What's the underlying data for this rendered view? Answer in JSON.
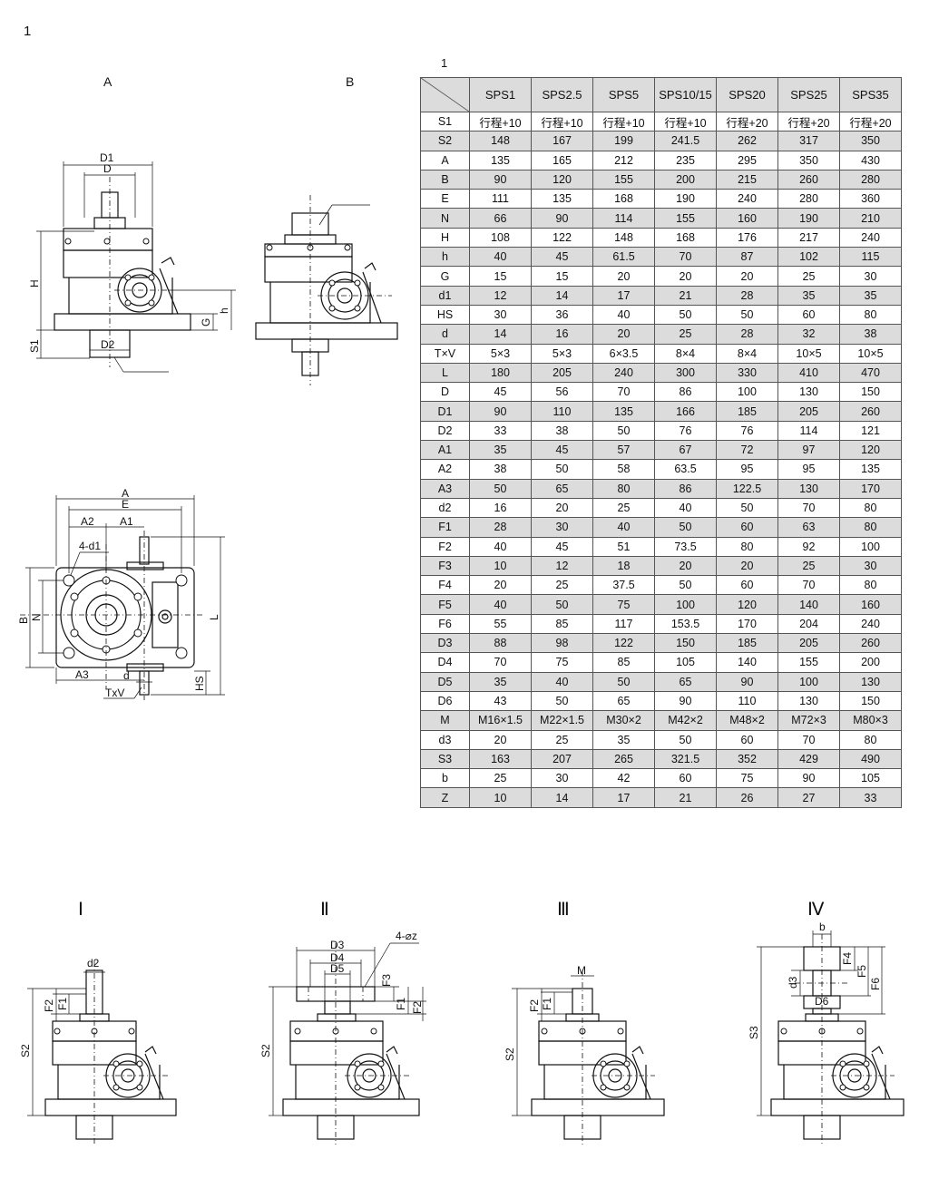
{
  "page_label": "1",
  "table_label": "1",
  "views": {
    "a": "A",
    "b": "B"
  },
  "dims_a": {
    "d1": "D1",
    "d": "D",
    "h": "H",
    "s1": "S1",
    "d2": "D2",
    "g": "G",
    "hh": "h"
  },
  "dims_plan": {
    "a": "A",
    "e": "E",
    "a2": "A2",
    "a1": "A1",
    "hole": "4-d1",
    "b": "B",
    "n": "N",
    "l": "L",
    "a3": "A3",
    "d": "d",
    "txv": "TxV",
    "hs": "HS"
  },
  "types": {
    "t1": "Ⅰ",
    "t2": "Ⅱ",
    "t3": "Ⅲ",
    "t4": "Ⅳ"
  },
  "dims_t1": {
    "d2": "d2",
    "f2": "F2",
    "f1": "F1",
    "s2": "S2"
  },
  "dims_t2": {
    "d3": "D3",
    "d4": "D4",
    "d5": "D5",
    "holes": "4-⌀z",
    "f3": "F3",
    "f1": "F1",
    "f2": "F2",
    "s2": "S2"
  },
  "dims_t3": {
    "m": "M",
    "f2": "F2",
    "f1": "F1",
    "s2": "S2"
  },
  "dims_t4": {
    "b": "b",
    "d3": "d3",
    "f4": "F4",
    "f5": "F5",
    "f6": "F6",
    "d6": "D6",
    "s3": "S3"
  },
  "table": {
    "headers": [
      "SPS1",
      "SPS2.5",
      "SPS5",
      "SPS10/15",
      "SPS20",
      "SPS25",
      "SPS35"
    ],
    "rows": [
      {
        "label": "S1",
        "values": [
          "行程+10",
          "行程+10",
          "行程+10",
          "行程+10",
          "行程+20",
          "行程+20",
          "行程+20"
        ]
      },
      {
        "label": "S2",
        "values": [
          "148",
          "167",
          "199",
          "241.5",
          "262",
          "317",
          "350"
        ]
      },
      {
        "label": "A",
        "values": [
          "135",
          "165",
          "212",
          "235",
          "295",
          "350",
          "430"
        ]
      },
      {
        "label": "B",
        "values": [
          "90",
          "120",
          "155",
          "200",
          "215",
          "260",
          "280"
        ]
      },
      {
        "label": "E",
        "values": [
          "111",
          "135",
          "168",
          "190",
          "240",
          "280",
          "360"
        ]
      },
      {
        "label": "N",
        "values": [
          "66",
          "90",
          "114",
          "155",
          "160",
          "190",
          "210"
        ]
      },
      {
        "label": "H",
        "values": [
          "108",
          "122",
          "148",
          "168",
          "176",
          "217",
          "240"
        ]
      },
      {
        "label": "h",
        "values": [
          "40",
          "45",
          "61.5",
          "70",
          "87",
          "102",
          "115"
        ]
      },
      {
        "label": "G",
        "values": [
          "15",
          "15",
          "20",
          "20",
          "20",
          "25",
          "30"
        ]
      },
      {
        "label": "d1",
        "values": [
          "12",
          "14",
          "17",
          "21",
          "28",
          "35",
          "35"
        ]
      },
      {
        "label": "HS",
        "values": [
          "30",
          "36",
          "40",
          "50",
          "50",
          "60",
          "80"
        ]
      },
      {
        "label": "d",
        "values": [
          "14",
          "16",
          "20",
          "25",
          "28",
          "32",
          "38"
        ]
      },
      {
        "label": "T×V",
        "values": [
          "5×3",
          "5×3",
          "6×3.5",
          "8×4",
          "8×4",
          "10×5",
          "10×5"
        ]
      },
      {
        "label": "L",
        "values": [
          "180",
          "205",
          "240",
          "300",
          "330",
          "410",
          "470"
        ]
      },
      {
        "label": "D",
        "values": [
          "45",
          "56",
          "70",
          "86",
          "100",
          "130",
          "150"
        ]
      },
      {
        "label": "D1",
        "values": [
          "90",
          "110",
          "135",
          "166",
          "185",
          "205",
          "260"
        ]
      },
      {
        "label": "D2",
        "values": [
          "33",
          "38",
          "50",
          "76",
          "76",
          "114",
          "121"
        ]
      },
      {
        "label": "A1",
        "values": [
          "35",
          "45",
          "57",
          "67",
          "72",
          "97",
          "120"
        ]
      },
      {
        "label": "A2",
        "values": [
          "38",
          "50",
          "58",
          "63.5",
          "95",
          "95",
          "135"
        ]
      },
      {
        "label": "A3",
        "values": [
          "50",
          "65",
          "80",
          "86",
          "122.5",
          "130",
          "170"
        ]
      },
      {
        "label": "d2",
        "values": [
          "16",
          "20",
          "25",
          "40",
          "50",
          "70",
          "80"
        ]
      },
      {
        "label": "F1",
        "values": [
          "28",
          "30",
          "40",
          "50",
          "60",
          "63",
          "80"
        ]
      },
      {
        "label": "F2",
        "values": [
          "40",
          "45",
          "51",
          "73.5",
          "80",
          "92",
          "100"
        ]
      },
      {
        "label": "F3",
        "values": [
          "10",
          "12",
          "18",
          "20",
          "20",
          "25",
          "30"
        ]
      },
      {
        "label": "F4",
        "values": [
          "20",
          "25",
          "37.5",
          "50",
          "60",
          "70",
          "80"
        ]
      },
      {
        "label": "F5",
        "values": [
          "40",
          "50",
          "75",
          "100",
          "120",
          "140",
          "160"
        ]
      },
      {
        "label": "F6",
        "values": [
          "55",
          "85",
          "117",
          "153.5",
          "170",
          "204",
          "240"
        ]
      },
      {
        "label": "D3",
        "values": [
          "88",
          "98",
          "122",
          "150",
          "185",
          "205",
          "260"
        ]
      },
      {
        "label": "D4",
        "values": [
          "70",
          "75",
          "85",
          "105",
          "140",
          "155",
          "200"
        ]
      },
      {
        "label": "D5",
        "values": [
          "35",
          "40",
          "50",
          "65",
          "90",
          "100",
          "130"
        ]
      },
      {
        "label": "D6",
        "values": [
          "43",
          "50",
          "65",
          "90",
          "110",
          "130",
          "150"
        ]
      },
      {
        "label": "M",
        "values": [
          "M16×1.5",
          "M22×1.5",
          "M30×2",
          "M42×2",
          "M48×2",
          "M72×3",
          "M80×3"
        ]
      },
      {
        "label": "d3",
        "values": [
          "20",
          "25",
          "35",
          "50",
          "60",
          "70",
          "80"
        ]
      },
      {
        "label": "S3",
        "values": [
          "163",
          "207",
          "265",
          "321.5",
          "352",
          "429",
          "490"
        ]
      },
      {
        "label": "b",
        "values": [
          "25",
          "30",
          "42",
          "60",
          "75",
          "90",
          "105"
        ]
      },
      {
        "label": "Z",
        "values": [
          "10",
          "14",
          "17",
          "21",
          "26",
          "27",
          "33"
        ]
      }
    ]
  }
}
